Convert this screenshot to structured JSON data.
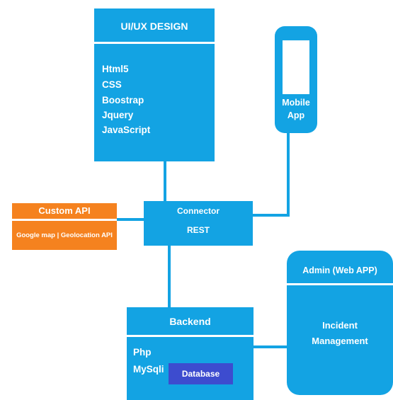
{
  "uiux": {
    "title": "UI/UX DESIGN",
    "items": [
      "Html5",
      "CSS",
      "Boostrap",
      "Jquery",
      "JavaScript"
    ]
  },
  "mobile": {
    "line1": "Mobile",
    "line2": "App"
  },
  "connector": {
    "line1": "Connector",
    "line2": "REST"
  },
  "custom_api": {
    "title": "Custom API",
    "body": "Google map | Geolocation API"
  },
  "backend": {
    "title": "Backend",
    "items": [
      "Php",
      "MySqli"
    ],
    "database": "Database"
  },
  "admin": {
    "title": "Admin (Web APP)",
    "line1": "Incident",
    "line2": "Management"
  },
  "colors": {
    "blue": "#13a3e3",
    "orange": "#f5821f",
    "database": "#3d4ccf"
  }
}
